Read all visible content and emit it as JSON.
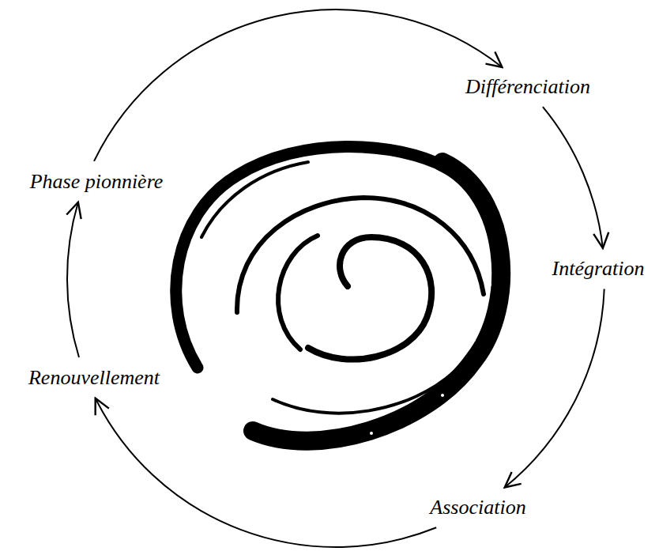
{
  "diagram": {
    "nodes": [
      {
        "text": [
          "Phase pionnière"
        ]
      },
      {
        "text": [
          "Différenciation"
        ]
      },
      {
        "text": [
          "Intégration"
        ]
      },
      {
        "text": [
          "Association"
        ]
      },
      {
        "text": [
          "Renouvellement"
        ]
      }
    ],
    "edges": [
      {
        "from": 0,
        "to": 1,
        "arrow": "to"
      },
      {
        "from": 1,
        "to": 2,
        "arrow": "to"
      },
      {
        "from": 2,
        "to": 3,
        "arrow": "to"
      },
      {
        "from": 3,
        "to": 4,
        "arrow": "to"
      },
      {
        "from": 4,
        "to": 0,
        "arrow": "to"
      }
    ]
  }
}
